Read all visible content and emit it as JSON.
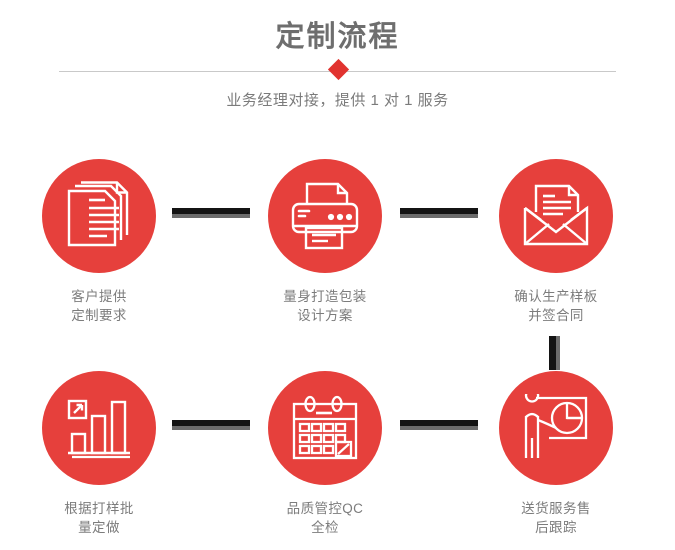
{
  "header": {
    "title": "定制流程",
    "subtitle": "业务经理对接，提供 1 对 1 服务",
    "divider_icon": "diamond-icon",
    "title_color": "#6e6e6e",
    "accent_color": "#e1332f"
  },
  "theme": {
    "circle_color": "#e6403c",
    "icon_color": "#ffffff",
    "connector_color": "#141414",
    "connector_shadow_color": "#6c6c6c",
    "caption_color": "#7c7c7c",
    "divider_color": "#c9c9c9"
  },
  "steps": [
    {
      "index": 1,
      "icon": "documents-stack-icon",
      "caption": "客户提供\n定制要求"
    },
    {
      "index": 2,
      "icon": "printer-icon",
      "caption": "量身打造包装\n设计方案"
    },
    {
      "index": 3,
      "icon": "open-envelope-letter-icon",
      "caption": "确认生产样板\n并签合同"
    },
    {
      "index": 4,
      "icon": "bar-chart-growth-icon",
      "caption": "根据打样批\n量定做"
    },
    {
      "index": 5,
      "icon": "calendar-check-icon",
      "caption": "品质管控QC\n全检"
    },
    {
      "index": 6,
      "icon": "presenter-pie-chart-icon",
      "caption": "送货服务售\n后跟踪"
    }
  ],
  "connectors": [
    {
      "name": "connector-step1-step2",
      "orientation": "horizontal"
    },
    {
      "name": "connector-step2-step3",
      "orientation": "horizontal"
    },
    {
      "name": "connector-step3-step6",
      "orientation": "vertical"
    },
    {
      "name": "connector-step4-step5",
      "orientation": "horizontal"
    },
    {
      "name": "connector-step5-step6",
      "orientation": "horizontal"
    }
  ]
}
